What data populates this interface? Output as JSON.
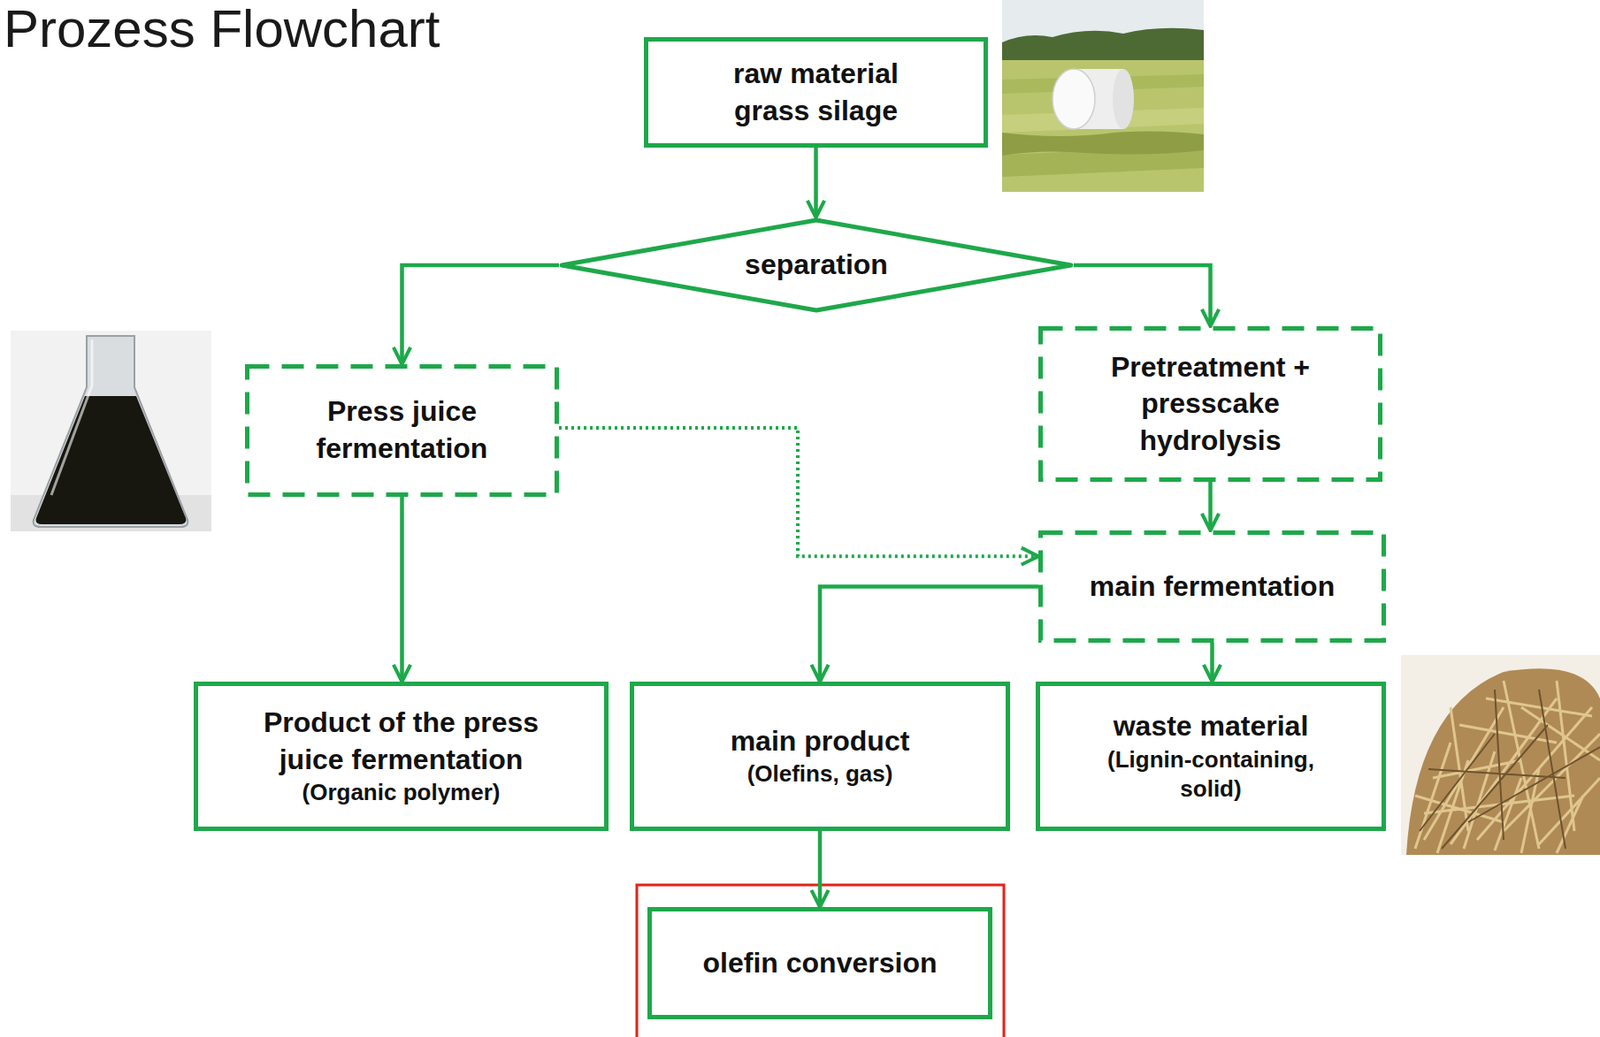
{
  "diagram": {
    "title": "Prozess Flowchart",
    "nodes": [
      {
        "text": [
          "raw material grass silage"
        ]
      },
      {
        "text": [
          "separation"
        ]
      },
      {
        "text": [
          "Press juice fermentation"
        ]
      },
      {
        "text": [
          "Pretreatment + presscake hydrolysis"
        ]
      },
      {
        "text": [
          "main fermentation"
        ]
      },
      {
        "text": [
          "Product of the press juice fermentation",
          "(Organic polymer)"
        ]
      },
      {
        "text": [
          "main product",
          "(Olefins, gas)"
        ]
      },
      {
        "text": [
          "waste material",
          "(Lignin-containing, solid)"
        ]
      },
      {
        "text": [
          "olefin conversion"
        ]
      }
    ],
    "edges": [
      {
        "from": 0,
        "to": 1,
        "arrow": "to"
      },
      {
        "from": 1,
        "to": 2,
        "arrow": "to"
      },
      {
        "from": 1,
        "to": 3,
        "arrow": "to"
      },
      {
        "from": 2,
        "to": 5,
        "arrow": "to"
      },
      {
        "from": 2,
        "to": 4,
        "arrow": "to"
      },
      {
        "from": 3,
        "to": 4,
        "arrow": "to"
      },
      {
        "from": 4,
        "to": 6,
        "arrow": "to"
      },
      {
        "from": 4,
        "to": 7,
        "arrow": "to"
      },
      {
        "from": 6,
        "to": 8,
        "arrow": "to"
      }
    ]
  }
}
